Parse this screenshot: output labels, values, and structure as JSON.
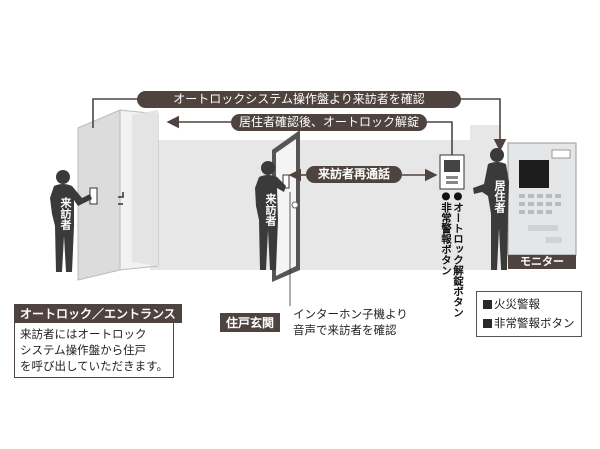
{
  "arrows": {
    "top": "オートロックシステム操作盤より来訪者を確認",
    "middle": "居住者確認後、オートロック解錠",
    "talk": "来訪者再通話"
  },
  "figures": {
    "visitor_entrance": "来訪者",
    "visitor_door": "来訪者",
    "resident": "居住者"
  },
  "buttons_vertical": {
    "unlock": "●オートロック解錠ボタン",
    "emergency": "●非常警報ボタン"
  },
  "monitor_label": "モニター",
  "entrance": {
    "title": "オートロック／エントランス",
    "lines": [
      "来訪者にはオートロック",
      "システム操作盤から住戸",
      "を呼び出していただきます。"
    ]
  },
  "door": {
    "title": "住戸玄関",
    "note_lines": [
      "インターホン子機より",
      "音声で来訪者を確認"
    ]
  },
  "legend": [
    "火災警報",
    "非常警報ボタン"
  ],
  "colors": {
    "accent": "#4f433f",
    "wall": "#e8e8e8",
    "figure": "#3a3a3a"
  }
}
